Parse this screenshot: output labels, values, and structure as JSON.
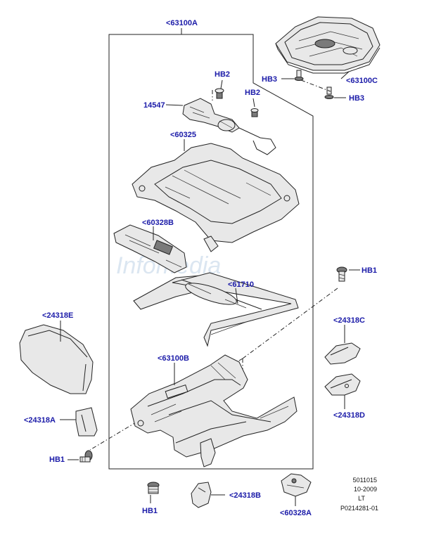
{
  "callouts": {
    "c63100A": "<63100A",
    "c63100C": "<63100C",
    "hb3_top": "HB3",
    "hb3_bottom": "HB3",
    "hb2_left": "HB2",
    "hb2_right": "HB2",
    "c14547": "14547",
    "c60325": "<60325",
    "c60328B": "<60328B",
    "c61710": "<61710",
    "hb1_right": "HB1",
    "c24318E": "<24318E",
    "c24318C": "<24318C",
    "c63100B": "<63100B",
    "c24318D": "<24318D",
    "c24318A": "<24318A",
    "hb1_left": "HB1",
    "hb1_bottom": "HB1",
    "c24318B": "<24318B",
    "c60328A": "<60328A"
  },
  "watermark": "Infomedia",
  "meta": {
    "line1": "5011015",
    "line2": "10-2009",
    "line3": "LT",
    "line4": "P0214281-01"
  },
  "colors": {
    "callout": "#1a1aa8",
    "line": "#222222",
    "part_fill": "#e8e8e8",
    "watermark": "#bfd3e6"
  }
}
